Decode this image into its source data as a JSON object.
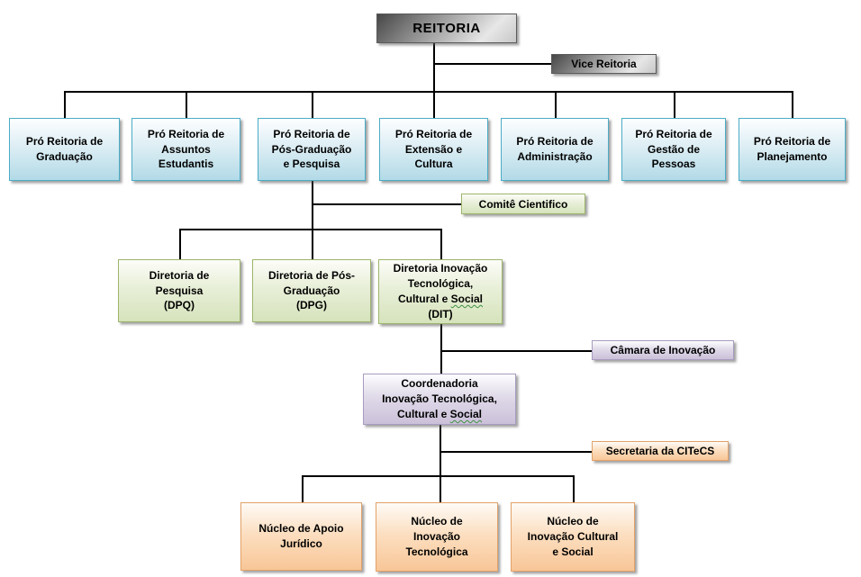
{
  "org_chart": {
    "nodes": {
      "reitoria": "REITORIA",
      "vice_reitoria": "Vice Reitoria",
      "pro_reitorias": [
        "Pró Reitoria de\nGraduação",
        "Pró Reitoria de\nAssuntos\nEstudantis",
        "Pró Reitoria de\nPós-Graduação\ne Pesquisa",
        "Pró Reitoria de\nExtensão e\nCultura",
        "Pró Reitoria de\nAdministração",
        "Pró Reitoria de\nGestão de\nPessoas",
        "Pró Reitoria de\nPlanejamento"
      ],
      "comite_cientifico": "Comitê Cientifico",
      "diretorias": [
        "Diretoria de\nPesquisa\n(DPQ)",
        "Diretoria de Pós-\nGraduação\n(DPG)",
        "Diretoria Inovação\nTecnológica,\nCultural e Social\n(DIT)"
      ],
      "camara_inovacao": "Câmara de Inovação",
      "coordenadoria": "Coordenadoria\nInovação Tecnológica,\nCultural e Social",
      "secretaria_citecs": "Secretaria da CITeCS",
      "nucleos": [
        "Núcleo de Apoio\nJurídico",
        "Núcleo de\nInovação\nTecnológica",
        "Núcleo de\nInovação Cultural\ne Social"
      ]
    },
    "spellcheck": {
      "wavy_word": "Social",
      "wavy_color": "#3f9142"
    },
    "colors": {
      "line": "#000000",
      "gray_dark": "#474747",
      "gray_light": "#e7e7e7",
      "blue_border": "#4bacc6",
      "blue_fill": "#b2dae7",
      "green_border": "#9db56b",
      "green_fill": "#d6e3bc",
      "purple_border": "#a89cc0",
      "purple_fill": "#cbc0d9",
      "orange_border": "#e2a269",
      "orange_fill": "#f8c697",
      "text": "#000000",
      "background": "#ffffff"
    }
  }
}
